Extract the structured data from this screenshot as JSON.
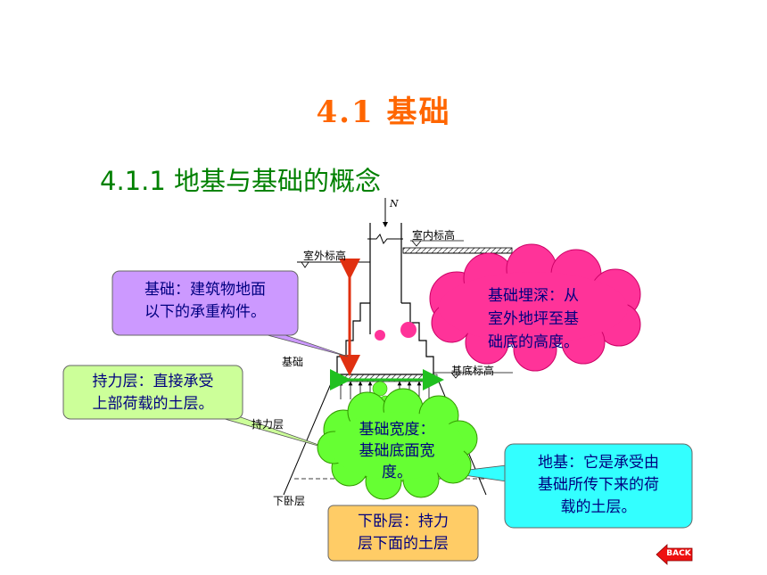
{
  "title": "4.1 基础",
  "subtitle": "4.1.1   地基与基础的概念",
  "diagram_labels": {
    "load": "N",
    "indoor_elevation": "室内标高",
    "outdoor_elevation": "室外标高",
    "foundation": "基础",
    "base_elevation": "基底标高",
    "bearing_layer": "持力层",
    "underlying_layer": "下卧层"
  },
  "callouts": {
    "foundation": "基础：建筑物地面以下的承重构件。",
    "foundation_line1": "基础：建筑物地面",
    "foundation_line2": "以下的承重构件。",
    "depth_line1": "基础埋深：从",
    "depth_line2": "室外地坪至基",
    "depth_line3": "础底的高度。",
    "bearing_line1": "持力层：直接承受",
    "bearing_line2": "上部荷载的土层。",
    "width_line1": "基础宽度：",
    "width_line2": "基础底面宽",
    "width_line3": "度。",
    "subgrade_line1": "地基：它是承受由",
    "subgrade_line2": "基础所传下来的荷",
    "subgrade_line3": "载的土层。",
    "underlying_line1": "下卧层：持力",
    "underlying_line2": "层下面的土层"
  },
  "back_button": "BACK",
  "colors": {
    "title": "#ff6600",
    "subtitle": "#008000",
    "foundation_box": "#cc99ff",
    "depth_cloud": "#ff3399",
    "bearing_box": "#ccff99",
    "width_cloud": "#66ff33",
    "subgrade_box": "#33ffff",
    "underlying_box": "#ffcc66",
    "back_button": "#ff0000"
  }
}
